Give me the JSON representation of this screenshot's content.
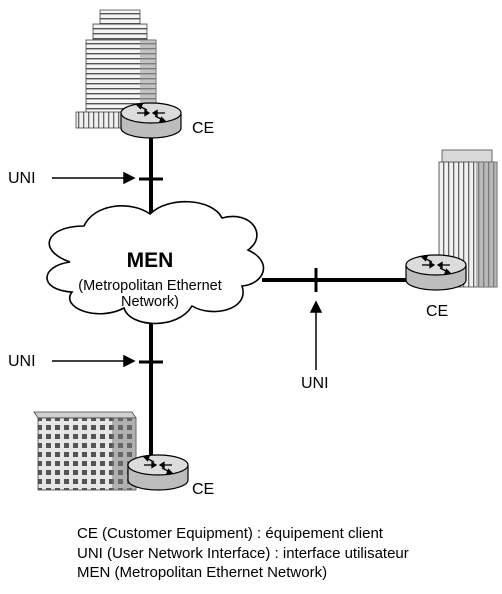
{
  "diagram": {
    "cloud_title": "MEN",
    "cloud_subtitle_line1": "(Metropolitan Ethernet",
    "cloud_subtitle_line2": "Network)",
    "ce_label_top": "CE",
    "ce_label_right": "CE",
    "ce_label_bottom": "CE",
    "uni_label_top": "UNI",
    "uni_label_left_bottom": "UNI",
    "uni_label_right": "UNI"
  },
  "legend": [
    "CE (Customer Equipment) : équipement client",
    "UNI (User Network Interface) : interface utilisateur",
    "MEN (Metropolitan Ethernet Network)"
  ]
}
